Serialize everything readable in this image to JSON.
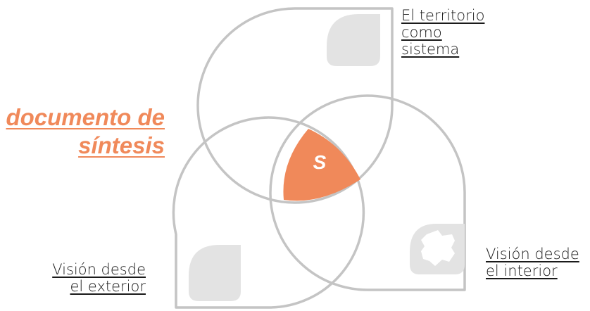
{
  "title": {
    "line1": "documento de",
    "line2": "síntesis"
  },
  "center_letter": "S",
  "labels": {
    "top": {
      "line1": "El territorio",
      "line2": "como",
      "line3": "sistema"
    },
    "left": {
      "line1": "Visión desde",
      "line2": "el exterior"
    },
    "right": {
      "line1": "Visión desde",
      "line2": "el interior"
    }
  },
  "colors": {
    "accent": "#f0895a",
    "outline": "#c4c4c4",
    "icon_fill": "#e3e3e3"
  },
  "icons": [
    "leaf-icon-top",
    "leaf-icon-left",
    "region-map-icon"
  ]
}
